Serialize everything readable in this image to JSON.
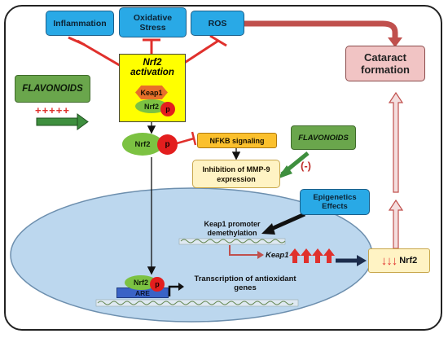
{
  "boxes": {
    "inflammation": "Inflammation",
    "oxidative_stress": "Oxidative Stress",
    "ros": "ROS",
    "nrf2_activation": "Nrf2 activation",
    "keap1": "Keap1",
    "nrf2": "Nrf2",
    "p": "p",
    "flavonoids_left": "FLAVONOIDS",
    "plus_signs": "+++++",
    "nfkb": "NFKB signaling",
    "flavonoids_right": "FLAVONOIDS",
    "minus": "(-)",
    "mmp9": "Inhibition of MMP-9 expression",
    "cataract": "Cataract formation",
    "epigenetics": "Epigenetics Effects",
    "keap1_promoter": "Keap1 promoter demethylation",
    "keap1_italic": "Keap1",
    "transcription": "Transcription of antioxidant genes",
    "are": "ARE",
    "nrf2_down": "Nrf2"
  },
  "colors": {
    "inhibition_red": "#e0302c",
    "pathway_red": "#c0504d",
    "nucleus_blue": "#bcd7ee",
    "arrow_green": "#3e8f3e"
  }
}
